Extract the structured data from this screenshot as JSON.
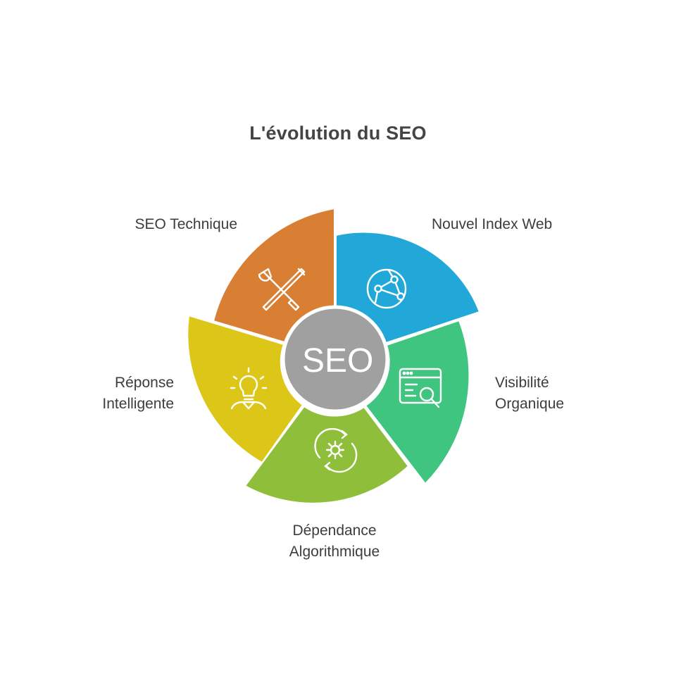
{
  "title": "L'évolution du SEO",
  "center": {
    "label": "SEO",
    "color": "#a0a0a0"
  },
  "segments": [
    {
      "id": "seo-technique",
      "lines": [
        "SEO Technique"
      ],
      "color": "#d97f34",
      "icon": "tools-icon"
    },
    {
      "id": "nouvel-index-web",
      "lines": [
        "Nouvel Index Web"
      ],
      "color": "#22a8d8",
      "icon": "network-globe-icon"
    },
    {
      "id": "visibilite-organique",
      "lines": [
        "Visibilité",
        "Organique"
      ],
      "color": "#3fc580",
      "icon": "browser-search-icon"
    },
    {
      "id": "dependance-algorithmique",
      "lines": [
        "Dépendance",
        "Algorithmique"
      ],
      "color": "#8fbf3a",
      "icon": "gear-cycle-icon"
    },
    {
      "id": "reponse-intelligente",
      "lines": [
        "Réponse",
        "Intelligente"
      ],
      "color": "#dcc719",
      "icon": "lightbulb-person-icon"
    }
  ]
}
